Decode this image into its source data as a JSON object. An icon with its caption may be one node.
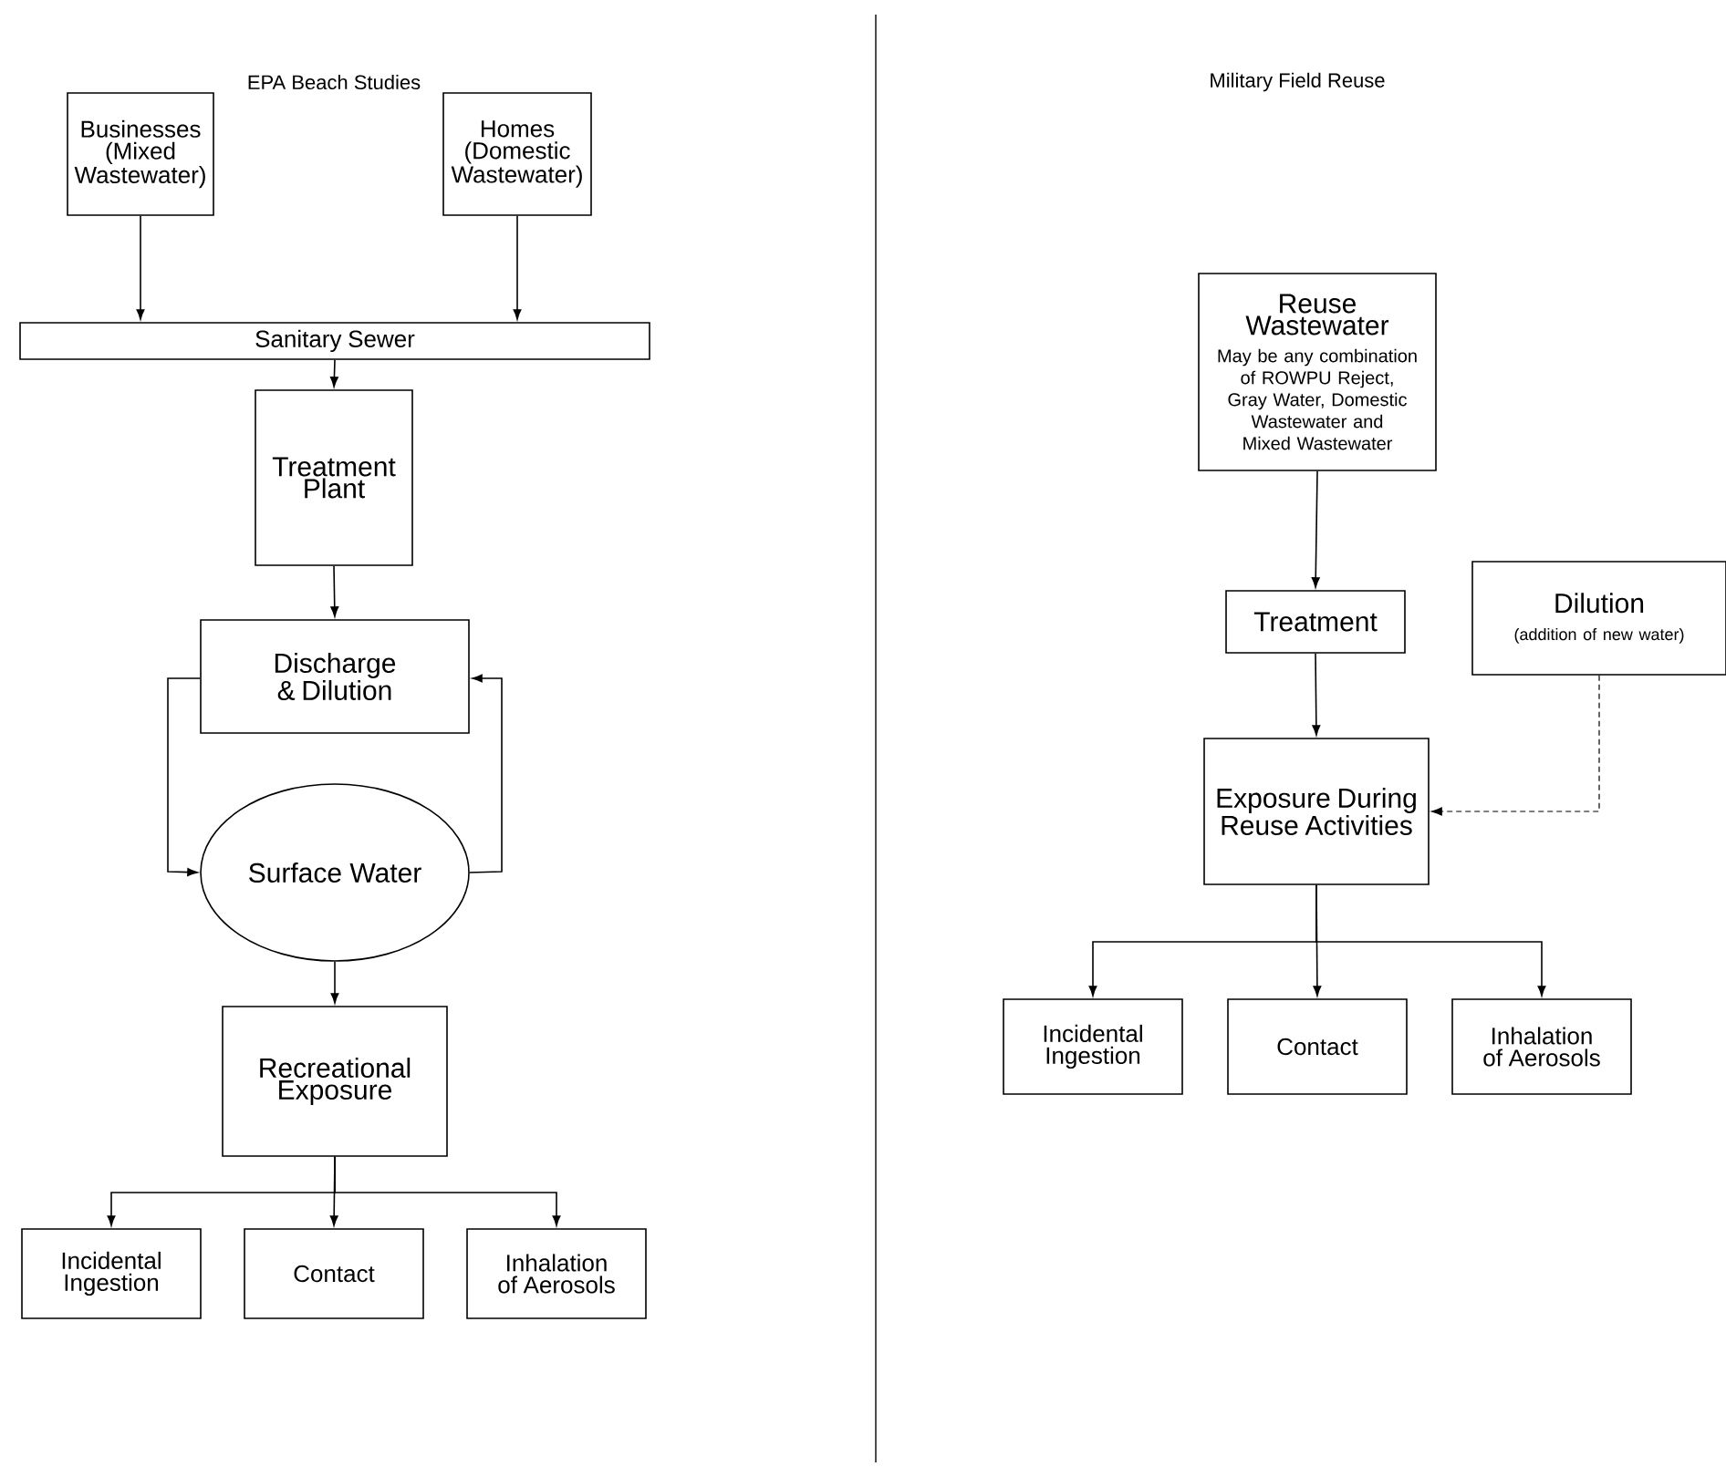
{
  "diagram": {
    "nodes": [
      {
        "text": [
          "Businesses (Mixed Wastewater)"
        ]
      },
      {
        "text": [
          "Homes (Domestic Wastewater)"
        ]
      },
      {
        "text": [
          "Sanitary Sewer"
        ]
      },
      {
        "text": [
          "Treatment Plant"
        ]
      },
      {
        "text": [
          "Discharge & Dilution"
        ]
      },
      {
        "text": [
          "Surface Water"
        ]
      },
      {
        "text": [
          "Recreational Exposure"
        ]
      },
      {
        "text": [
          "Incidental Ingestion"
        ]
      },
      {
        "text": [
          "Contact"
        ]
      },
      {
        "text": [
          "Inhalation of Aerosols"
        ]
      },
      {
        "text": [
          "Reuse Wastewater",
          "May be any combination of ROWPU Reject, Gray Water, Domestic Wastewater and Mixed Wastewater"
        ]
      },
      {
        "text": [
          "Treatment"
        ]
      },
      {
        "text": [
          "Dilution",
          "(addition of new water)"
        ]
      },
      {
        "text": [
          "Exposure During Reuse Activities"
        ]
      },
      {
        "text": [
          "Incidental Ingestion"
        ]
      },
      {
        "text": [
          "Contact"
        ]
      },
      {
        "text": [
          "Inhalation of Aerosols"
        ]
      }
    ],
    "edges": [
      {
        "from": 0,
        "to": 2,
        "arrow": "to"
      },
      {
        "from": 1,
        "to": 2,
        "arrow": "to"
      },
      {
        "from": 2,
        "to": 3,
        "arrow": "to"
      },
      {
        "from": 3,
        "to": 4,
        "arrow": "to"
      },
      {
        "from": 4,
        "to": 5,
        "arrow": "to"
      },
      {
        "from": 5,
        "to": 4,
        "arrow": "to"
      },
      {
        "from": 5,
        "to": 6,
        "arrow": "to"
      },
      {
        "from": 6,
        "to": 7,
        "arrow": "to"
      },
      {
        "from": 6,
        "to": 8,
        "arrow": "to"
      },
      {
        "from": 6,
        "to": 9,
        "arrow": "to"
      },
      {
        "from": 10,
        "to": 11,
        "arrow": "to"
      },
      {
        "from": 11,
        "to": 13,
        "arrow": "to"
      },
      {
        "from": 12,
        "to": 13,
        "arrow": "to",
        "style": "dashed"
      },
      {
        "from": 13,
        "to": 14,
        "arrow": "to"
      },
      {
        "from": 13,
        "to": 15,
        "arrow": "to"
      },
      {
        "from": 13,
        "to": 16,
        "arrow": "to"
      }
    ],
    "labels": [
      "EPA Beach Studies",
      "Military Field Reuse"
    ]
  }
}
